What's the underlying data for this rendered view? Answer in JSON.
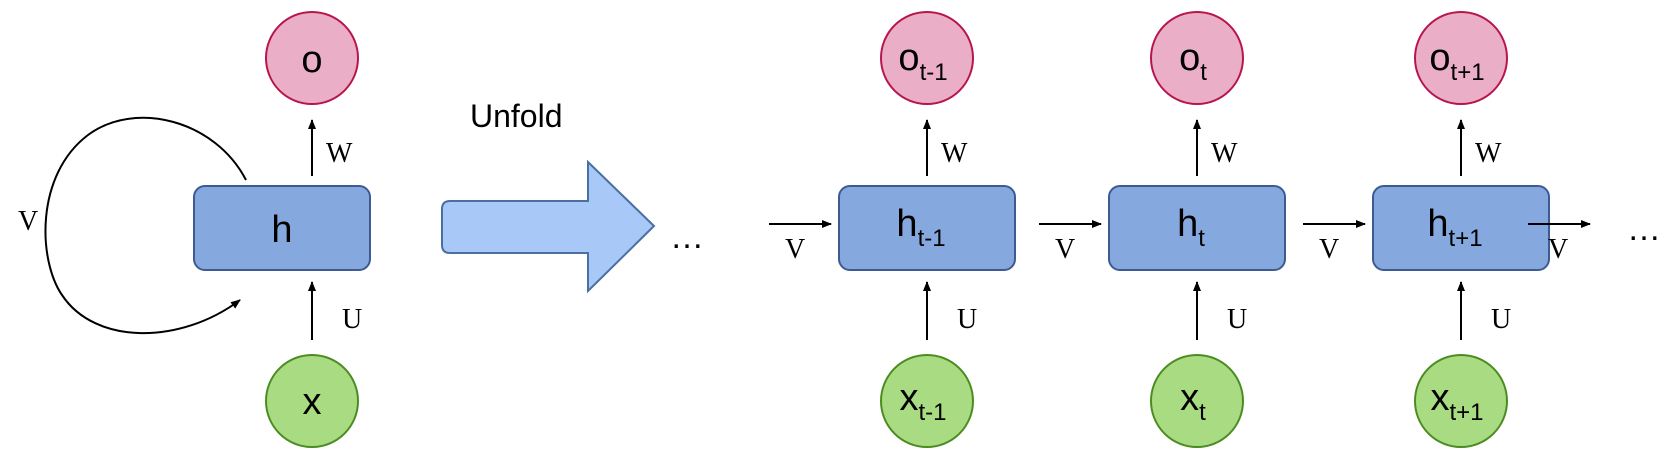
{
  "colors": {
    "output_fill": "#EAAEC7",
    "output_stroke": "#B8154D",
    "input_fill": "#A9DB82",
    "input_stroke": "#4A8C20",
    "hidden_fill": "#85A9DF",
    "hidden_stroke": "#3D5A91",
    "unfold_arrow_fill": "#A8C8F7",
    "unfold_arrow_stroke": "#4A6FA3"
  },
  "folded": {
    "output": "o",
    "hidden": "h",
    "input": "x",
    "w_label": "W",
    "u_label": "U",
    "v_label": "V"
  },
  "unfold_label": "Unfold",
  "ellipsis": "…",
  "steps": [
    {
      "o": "o",
      "o_sub": "t-1",
      "h": "h",
      "h_sub": "t-1",
      "x": "x",
      "x_sub": "t-1",
      "w_label": "W",
      "u_label": "U",
      "v_in": "V"
    },
    {
      "o": "o",
      "o_sub": "t",
      "h": "h",
      "h_sub": "t",
      "x": "x",
      "x_sub": "t",
      "w_label": "W",
      "u_label": "U",
      "v_in": "V"
    },
    {
      "o": "o",
      "o_sub": "t+1",
      "h": "h",
      "h_sub": "t+1",
      "x": "x",
      "x_sub": "t+1",
      "w_label": "W",
      "u_label": "U",
      "v_in": "V"
    }
  ],
  "v_out": "V"
}
